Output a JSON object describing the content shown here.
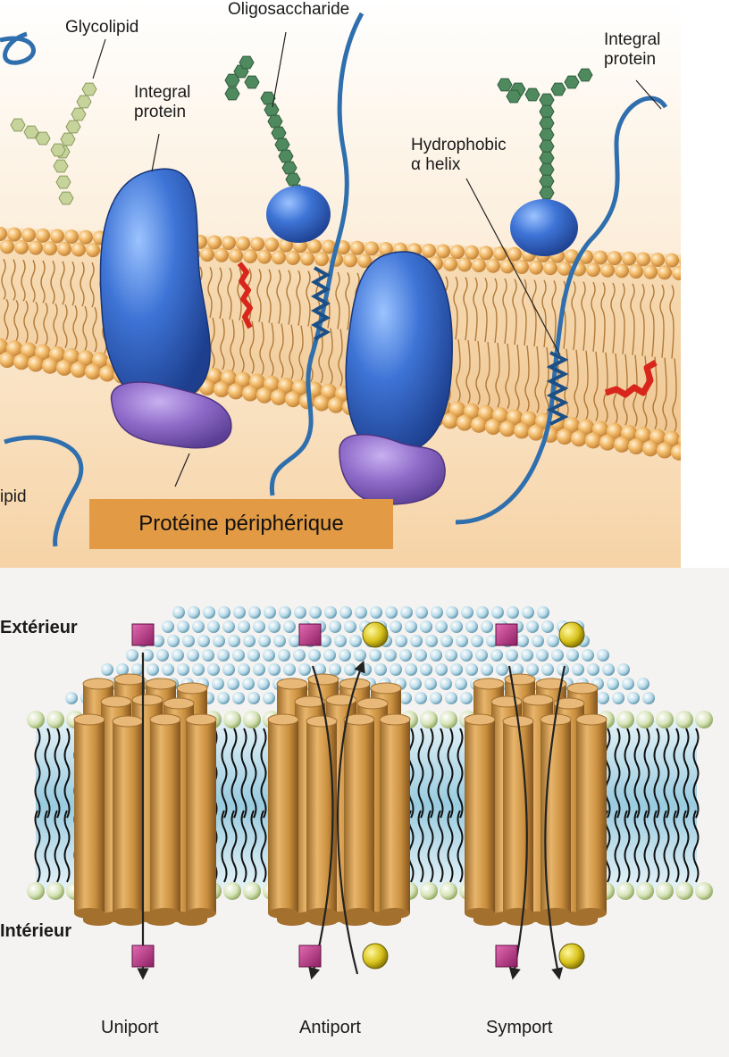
{
  "top_diagram": {
    "labels": {
      "glycolipid": "Glycolipid",
      "oligosaccharide": "Oligosaccharide",
      "integral_protein_left": "Integral\nprotein",
      "integral_protein_right": "Integral\nprotein",
      "hydrophobic_helix": "Hydrophobic\nα helix",
      "lipid_fragment": "ipid"
    },
    "callout": "Protéine périphérique"
  },
  "bottom_diagram": {
    "labels": {
      "exterieur": "Extérieur",
      "interieur": "Intérieur"
    },
    "transporters": [
      "Uniport",
      "Antiport",
      "Symport"
    ]
  },
  "colors": {
    "lipid_head": "#f0b25f",
    "protein_blue": "#3d6fd1",
    "peripheral_purple": "#8f6bc9",
    "oligosaccharide_green": "#4f8a5f",
    "glycolipid_green": "#b8c98c",
    "callout_orange": "#e29a44",
    "cylinder": "#c9913f",
    "solute_square": "#c23c8f",
    "solute_circle": "#d8c21a"
  }
}
